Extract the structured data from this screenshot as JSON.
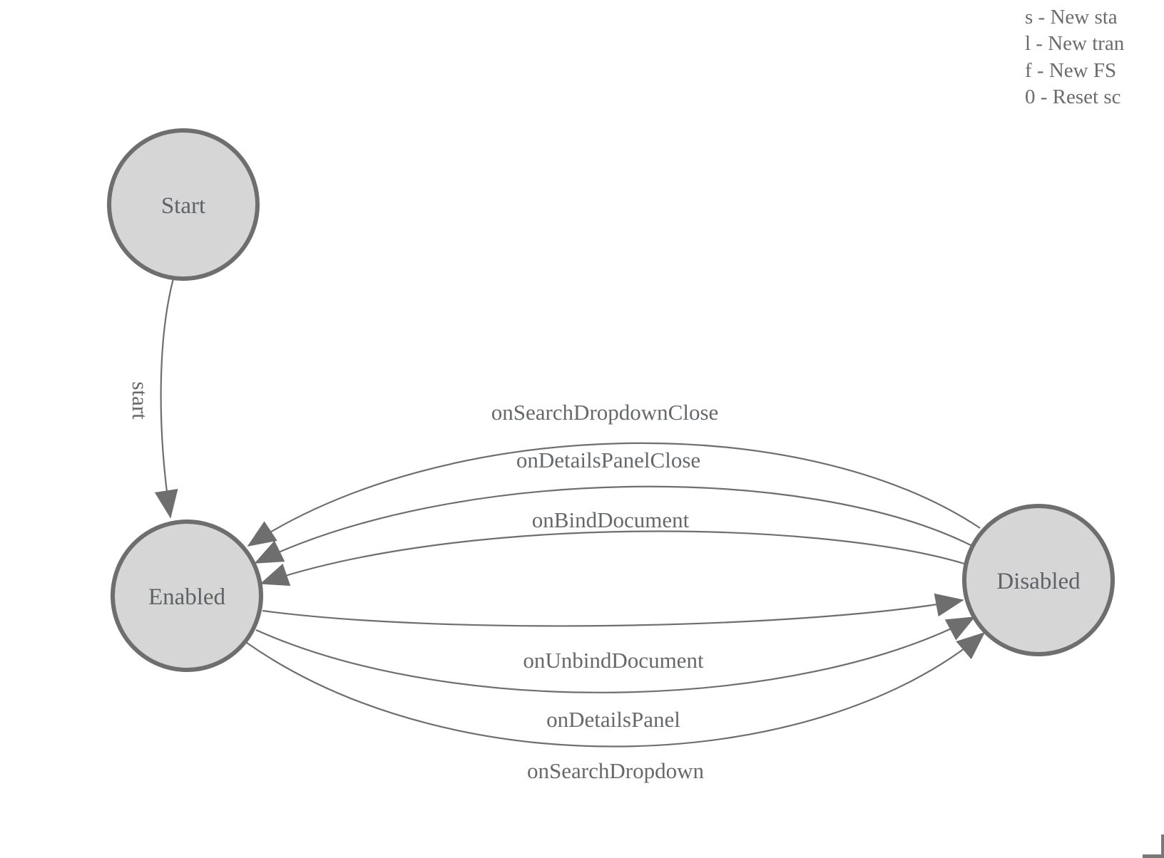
{
  "app": {
    "description": "Finite state machine diagram with Start, Enabled and Disabled states"
  },
  "legend": {
    "items": [
      "s - New sta",
      "l - New tran",
      "f - New FS",
      "0 - Reset sc"
    ]
  },
  "nodes": [
    {
      "id": "start",
      "label": "Start"
    },
    {
      "id": "enabled",
      "label": "Enabled"
    },
    {
      "id": "disabled",
      "label": "Disabled"
    }
  ],
  "edges": [
    {
      "label": "start",
      "from": "Start",
      "to": "Enabled"
    },
    {
      "label": "onSearchDropdownClose",
      "from": "Disabled",
      "to": "Enabled"
    },
    {
      "label": "onDetailsPanelClose",
      "from": "Disabled",
      "to": "Enabled"
    },
    {
      "label": "onBindDocument",
      "from": "Disabled",
      "to": "Enabled"
    },
    {
      "label": "onUnbindDocument",
      "from": "Enabled",
      "to": "Disabled"
    },
    {
      "label": "onDetailsPanel",
      "from": "Enabled",
      "to": "Disabled"
    },
    {
      "label": "onSearchDropdown",
      "from": "Enabled",
      "to": "Disabled"
    }
  ],
  "colors": {
    "node_fill": "#d6d6d6",
    "node_stroke": "#6e6e6e",
    "edge_stroke": "#6e6e6e",
    "arrow_fill": "#6e6e6e",
    "node_text": "#5f6266",
    "edge_text": "#66686b",
    "legend_text": "#6b6b6b"
  }
}
